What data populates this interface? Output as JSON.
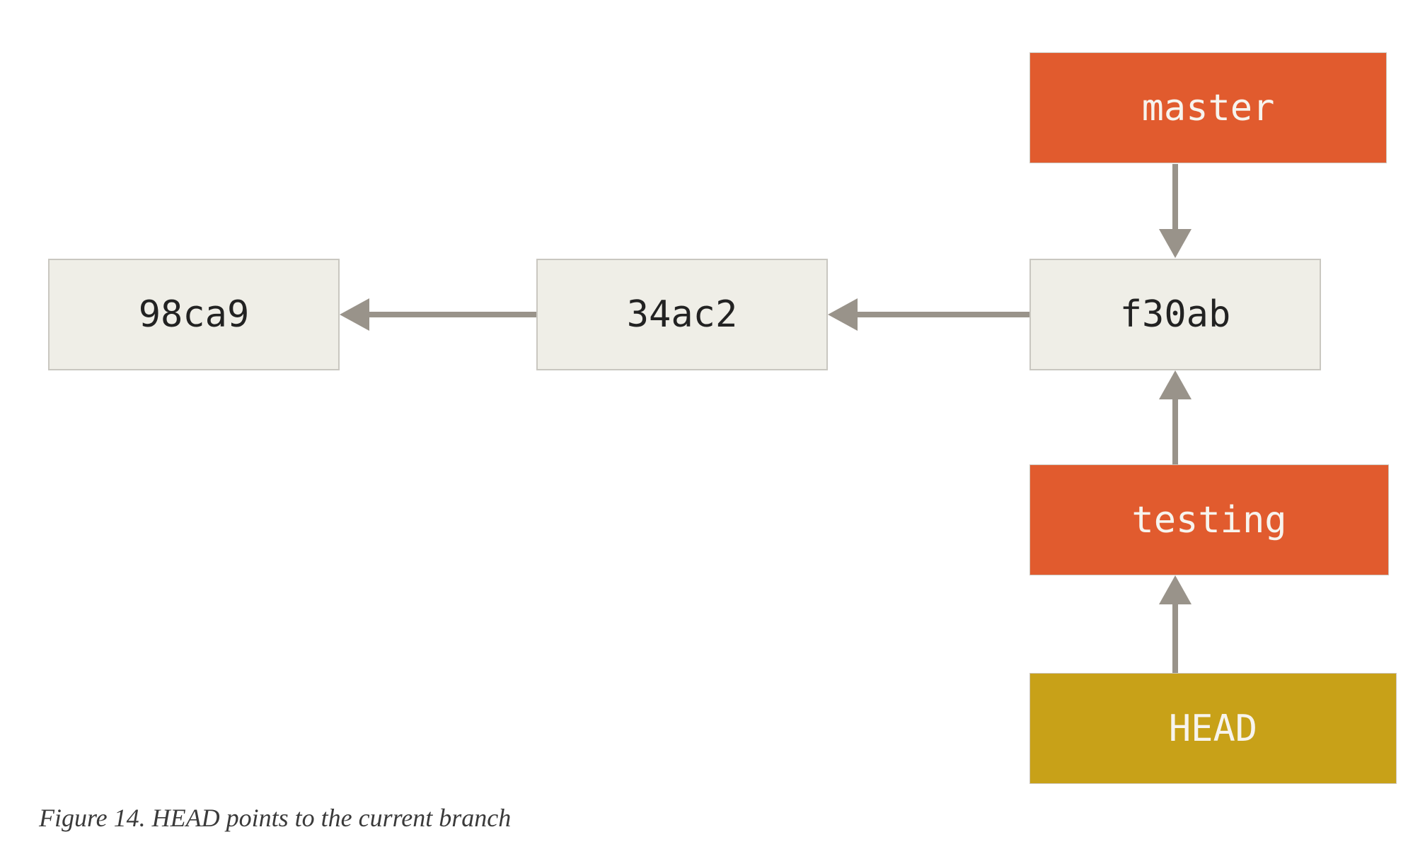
{
  "figure": {
    "caption": "Figure 14. HEAD points to the current branch"
  },
  "nodes": {
    "commits": [
      {
        "id": "98ca9"
      },
      {
        "id": "34ac2"
      },
      {
        "id": "f30ab"
      }
    ],
    "branches": [
      {
        "name": "master"
      },
      {
        "name": "testing"
      }
    ],
    "head": {
      "name": "HEAD"
    }
  },
  "edges": [
    {
      "from": "master",
      "to": "f30ab",
      "type": "branch-pointer"
    },
    {
      "from": "testing",
      "to": "f30ab",
      "type": "branch-pointer"
    },
    {
      "from": "HEAD",
      "to": "testing",
      "type": "head-pointer"
    },
    {
      "from": "f30ab",
      "to": "34ac2",
      "type": "parent"
    },
    {
      "from": "34ac2",
      "to": "98ca9",
      "type": "parent"
    }
  ],
  "colors": {
    "branch-bg": "#e15b2e",
    "head-bg": "#c8a118",
    "commit-bg": "#efeee7",
    "commit-border": "#c9c7c0",
    "branch-border": "#cdc6bc",
    "arrow": "#99938a",
    "commit-text": "#222222",
    "branch-text": "#f7f4ee",
    "caption-text": "#3a3a3a",
    "page-bg": "#ffffff"
  }
}
